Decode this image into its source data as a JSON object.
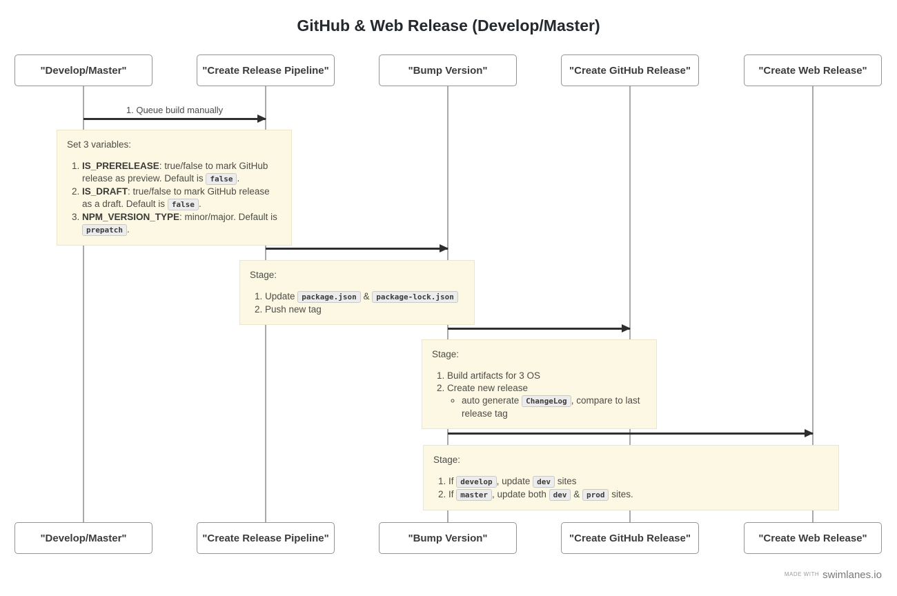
{
  "title": "GitHub & Web Release (Develop/Master)",
  "lanes": [
    {
      "label": "\"Develop/Master\""
    },
    {
      "label": "\"Create Release Pipeline\""
    },
    {
      "label": "\"Bump Version\""
    },
    {
      "label": "\"Create GitHub Release\""
    },
    {
      "label": "\"Create Web Release\""
    }
  ],
  "arrows": [
    {
      "from": "\"Develop/Master\"",
      "to": "\"Create Release Pipeline\"",
      "label": "1. Queue build manually"
    },
    {
      "from": "\"Create Release Pipeline\"",
      "to": "\"Bump Version\"",
      "label": ""
    },
    {
      "from": "\"Bump Version\"",
      "to": "\"Create GitHub Release\"",
      "label": ""
    },
    {
      "from": "\"Bump Version\"",
      "to": "\"Create Web Release\"",
      "label": ""
    }
  ],
  "notes": [
    {
      "title": "Set 3 variables:",
      "items": [
        {
          "segments": [
            [
              "b",
              "IS_PRERELEASE"
            ],
            [
              "t",
              ": true/false to mark GitHub release as preview. Default is "
            ],
            [
              "c",
              "false"
            ],
            [
              "t",
              "."
            ]
          ]
        },
        {
          "segments": [
            [
              "b",
              "IS_DRAFT"
            ],
            [
              "t",
              ": true/false to mark GitHub release as a draft. Default is "
            ],
            [
              "c",
              "false"
            ],
            [
              "t",
              "."
            ]
          ]
        },
        {
          "segments": [
            [
              "b",
              "NPM_VERSION_TYPE"
            ],
            [
              "t",
              ": minor/major. Default is "
            ],
            [
              "c",
              "prepatch"
            ],
            [
              "t",
              "."
            ]
          ]
        }
      ]
    },
    {
      "title": "Stage:",
      "items": [
        {
          "segments": [
            [
              "t",
              "Update "
            ],
            [
              "c",
              "package.json"
            ],
            [
              "t",
              " & "
            ],
            [
              "c",
              "package-lock.json"
            ]
          ]
        },
        {
          "segments": [
            [
              "t",
              "Push new tag"
            ]
          ]
        }
      ]
    },
    {
      "title": "Stage:",
      "items": [
        {
          "segments": [
            [
              "t",
              "Build artifacts for 3 OS"
            ]
          ]
        },
        {
          "segments": [
            [
              "t",
              "Create new release"
            ]
          ],
          "sub": [
            {
              "segments": [
                [
                  "t",
                  "auto generate "
                ],
                [
                  "c",
                  "ChangeLog"
                ],
                [
                  "t",
                  ", compare to last release tag"
                ]
              ]
            }
          ]
        }
      ]
    },
    {
      "title": "Stage:",
      "items": [
        {
          "segments": [
            [
              "t",
              "If "
            ],
            [
              "c",
              "develop"
            ],
            [
              "t",
              ", update "
            ],
            [
              "c",
              "dev"
            ],
            [
              "t",
              " sites"
            ]
          ]
        },
        {
          "segments": [
            [
              "t",
              "If "
            ],
            [
              "c",
              "master"
            ],
            [
              "t",
              ", update both "
            ],
            [
              "c",
              "dev"
            ],
            [
              "t",
              " & "
            ],
            [
              "c",
              "prod"
            ],
            [
              "t",
              " sites."
            ]
          ]
        }
      ]
    }
  ],
  "footer": {
    "made_with": "made with",
    "brand": "swimlanes.io"
  },
  "colors": {
    "note_bg": "#fcf8e3",
    "note_border": "#ece5c9",
    "lane_line": "#a9a9a9",
    "arrow": "#2e2e2e",
    "code_bg": "#ececec",
    "code_border": "#c9c9c9",
    "title_text": "#24292e"
  }
}
